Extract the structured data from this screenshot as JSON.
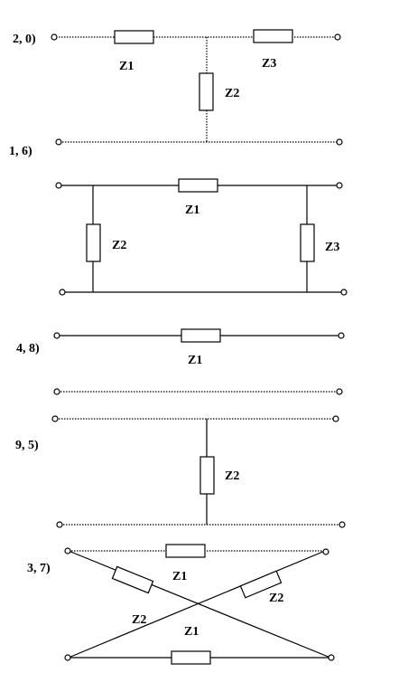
{
  "circuits": [
    {
      "id": "2,0",
      "label": "2, 0)",
      "components": [
        "Z1",
        "Z2",
        "Z3"
      ]
    },
    {
      "id": "1,6",
      "label": "1, 6)",
      "components": [
        "Z1",
        "Z2",
        "Z3"
      ]
    },
    {
      "id": "4,8",
      "label": "4, 8)",
      "components": [
        "Z1"
      ]
    },
    {
      "id": "9,5",
      "label": "9, 5)",
      "components": [
        "Z2"
      ]
    },
    {
      "id": "3,7",
      "label": "3, 7)",
      "components": [
        "Z1",
        "Z1",
        "Z2",
        "Z2"
      ]
    }
  ]
}
